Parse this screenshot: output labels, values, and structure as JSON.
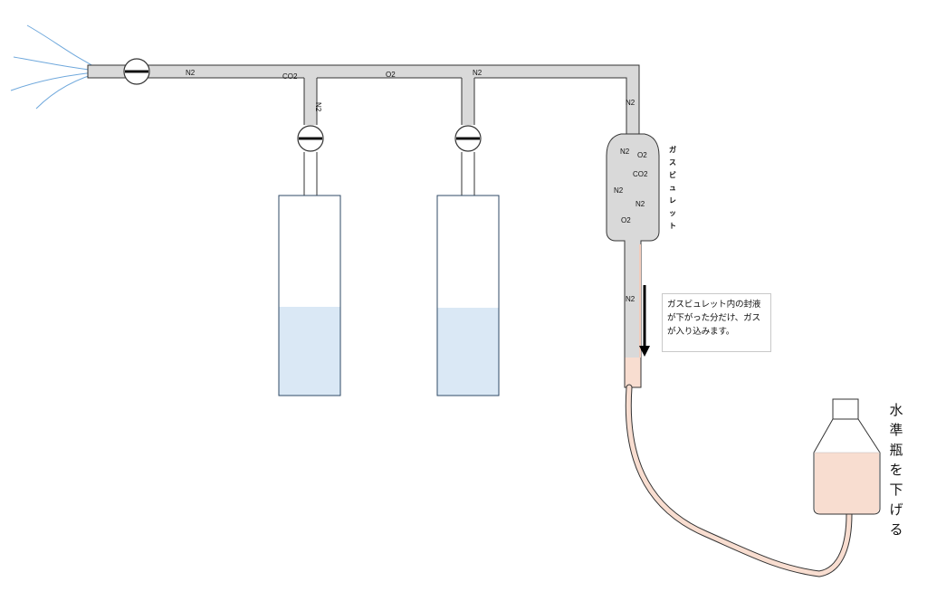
{
  "gas_labels": {
    "main_n2_1": "N2",
    "main_co2": "CO2",
    "main_o2": "O2",
    "main_n2_2": "N2",
    "branch1_n2": "N2",
    "riser_n2": "N2",
    "lower_n2": "N2"
  },
  "burette": {
    "title_chars": [
      "ガ",
      "ス",
      "ビ",
      "ュ",
      "レ",
      "ッ",
      "ト"
    ],
    "contents": [
      "N2",
      "O2",
      "CO2",
      "N2",
      "N2",
      "O2"
    ]
  },
  "note": {
    "lines": [
      "ガスビュレット内の封液",
      "が下がった分だけ、ガス",
      "が入り込みます。"
    ]
  },
  "side_text": {
    "chars": [
      "水",
      "準",
      "瓶",
      "を",
      "下",
      "げ",
      "る"
    ]
  },
  "colors": {
    "pipe_fill": "#d9d9d9",
    "pipe_stroke": "#333333",
    "liquid_blue": "#dae8f5",
    "sealing_liquid": "#f8ddd0",
    "flow_arrow": "#6fa8dc",
    "down_arrow": "#000000"
  }
}
